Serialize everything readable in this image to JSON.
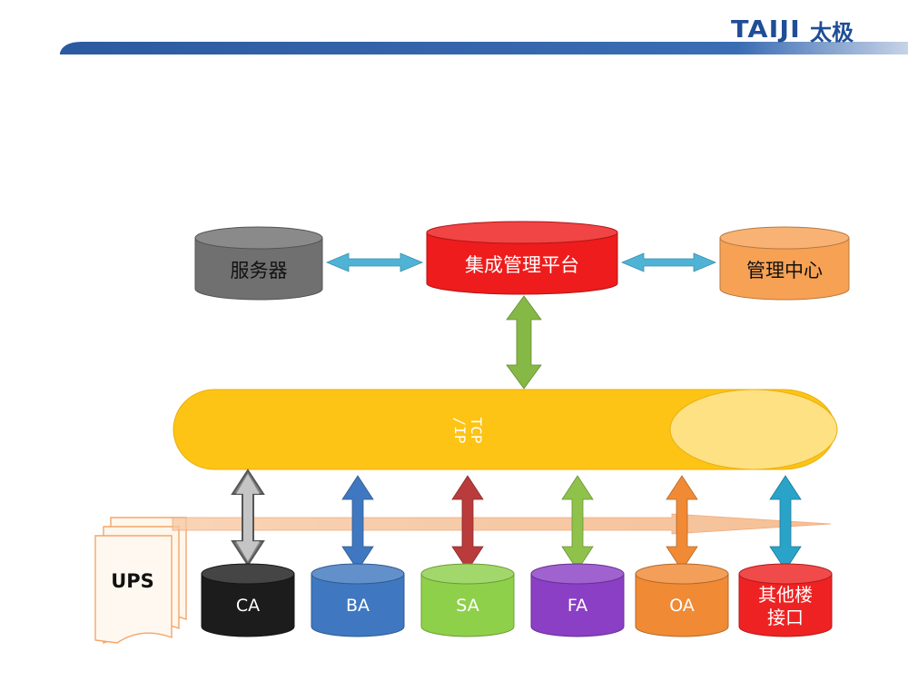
{
  "header": {
    "logo_mark": "TAIJI",
    "logo_cn": "太极"
  },
  "diagram": {
    "top_nodes": {
      "server": "服务器",
      "platform": "集成管理平台",
      "center": "管理中心"
    },
    "bus_label_line1": "TCP",
    "bus_label_line2": "/IP",
    "ups_label": "UPS",
    "subsystems": [
      {
        "id": "ca",
        "label": "CA",
        "color": "#1c1c1c",
        "arrow_color": "#8a8a8a"
      },
      {
        "id": "ba",
        "label": "BA",
        "color": "#3f78c0",
        "arrow_color": "#3f78c0"
      },
      {
        "id": "sa",
        "label": "SA",
        "color": "#8ed04a",
        "arrow_color": "#b93b3b"
      },
      {
        "id": "fa",
        "label": "FA",
        "color": "#8a3fc4",
        "arrow_color": "#8ec24a"
      },
      {
        "id": "oa",
        "label": "OA",
        "color": "#f08a35",
        "arrow_color": "#f08a35"
      },
      {
        "id": "other",
        "label": "其他楼\n接口",
        "color": "#ee2222",
        "arrow_color": "#2aa3c9"
      }
    ],
    "colors": {
      "server": "#707070",
      "platform": "#ee1c1c",
      "center": "#f7a154",
      "bus": "#fdc415",
      "bus_end": "#fde183",
      "top_arrow": "#4fb3d6",
      "vertical_arrow": "#86b846",
      "header_bar": "#2c5aa0"
    }
  }
}
